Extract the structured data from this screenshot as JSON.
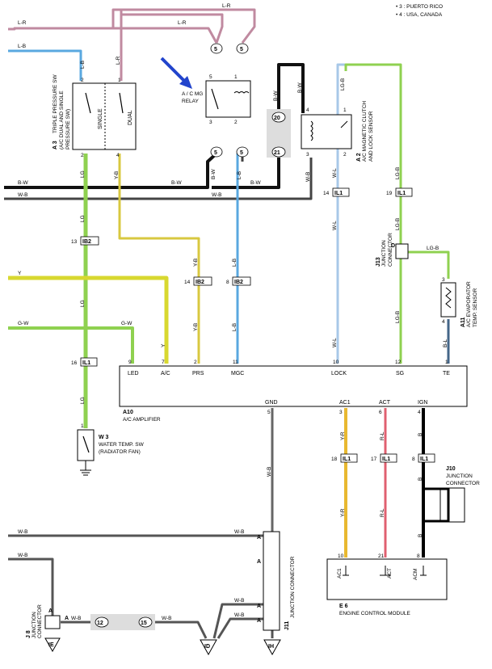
{
  "legend": {
    "line1": "• 3 : PUERTO RICO",
    "line2": "• 4 : USA, CANADA"
  },
  "colors": {
    "LR": "#c08aa0",
    "LB": "#5aa8e0",
    "LG": "#8fd150",
    "Y": "#d8d830",
    "YB": "#c8b840",
    "BW": "#111111",
    "WB": "#444444",
    "WL": "#a8c8e8",
    "YR": "#e8b830",
    "RL": "#e06070",
    "B": "#000000",
    "arrow": "#2244cc"
  },
  "wire_labels": {
    "lr": "L-R",
    "lb": "L-B",
    "lg": "LG",
    "y": "Y",
    "yb": "Y-B",
    "bw": "B-W",
    "wb": "W-B",
    "gw": "G-W",
    "wl": "W-L",
    "lgb": "LG-B",
    "bl": "B-L",
    "yr": "Y-R",
    "rl": "R-L",
    "b": "B"
  },
  "components": {
    "a3": {
      "id": "A 3",
      "name": "TRIPLE PRESSURE SW",
      "sub1": "(A/C DUAL AND SINGLE",
      "sub2": "PRESSURE SW)",
      "single": "SINGLE",
      "dual": "DUAL"
    },
    "relay": {
      "line1": "A / C MG",
      "line2": "RELAY"
    },
    "a2": {
      "id": "A 2",
      "line1": "A/C MAGNETIC CLUTCH",
      "line2": "AND LOCK SENSOR"
    },
    "j13": {
      "id": "J13",
      "line1": "JUNCTION",
      "line2": "CONNECTOR"
    },
    "a11": {
      "id": "A11",
      "line1": "A/C EVAPORATOR",
      "line2": "TEMP. SENSOR"
    },
    "a10": {
      "id": "A10",
      "name": "A/C AMPLIFIER"
    },
    "w3": {
      "id": "W 3",
      "line1": "WATER TEMP. SW",
      "line2": "(RADIATOR FAN)"
    },
    "j10": {
      "id": "J10",
      "line1": "JUNCTION",
      "line2": "CONNECTOR"
    },
    "j11": {
      "id": "J11",
      "name": "JUNCTION CONNECTOR"
    },
    "j8": {
      "id": "J 8",
      "line1": "JUNCTION",
      "line2": "CONNECTOR"
    },
    "e6": {
      "id": "E 6",
      "name": "ENGINE CONTROL MODULE",
      "ac1": "AC1",
      "act": "ACT",
      "acm": "ACM"
    }
  },
  "amp_terms": {
    "led": "LED",
    "ac": "A/C",
    "prs": "PRS",
    "mgc": "MGC",
    "lock": "LOCK",
    "sg": "SG",
    "te": "TE",
    "gnd": "GND",
    "ac1": "AC1",
    "act": "ACT",
    "ign": "IGN"
  },
  "connectors": {
    "ib2": "IB2",
    "il1": "IL1",
    "c5": "5",
    "c20": "20",
    "c21": "21",
    "c12": "12",
    "c15": "15"
  },
  "grounds": {
    "ie": "IE",
    "id": "ID",
    "ih": "IH"
  },
  "pins": {
    "n1": "1",
    "n2": "2",
    "n3": "3",
    "n4": "4",
    "n5": "5",
    "n6": "6",
    "n7": "7",
    "n8": "8",
    "n9": "9",
    "n10": "10",
    "n11": "11",
    "n12": "12",
    "n13": "13",
    "n14": "14",
    "n16": "16",
    "n17": "17",
    "n18": "18",
    "n19": "19",
    "n21": "21",
    "A": "A",
    "D": "D"
  }
}
